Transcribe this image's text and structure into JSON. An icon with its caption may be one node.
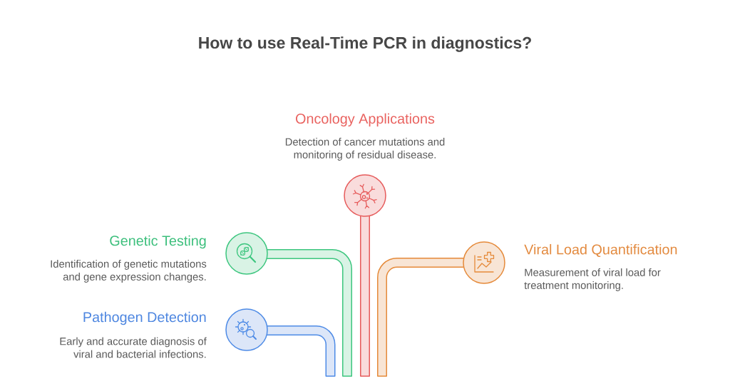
{
  "diagram": {
    "title": "How to use Real-Time PCR in diagnostics?",
    "nodes": [
      {
        "text": [
          "Oncology Applications",
          "Detection of cancer mutations and monitoring of residual disease."
        ]
      },
      {
        "text": [
          "Genetic Testing",
          "Identification of genetic mutations and gene expression changes."
        ]
      },
      {
        "text": [
          "Viral Load Quantification",
          "Measurement of viral load for treatment monitoring."
        ]
      },
      {
        "text": [
          "Pathogen Detection",
          "Early and accurate diagnosis of viral and bacterial infections."
        ]
      }
    ]
  }
}
